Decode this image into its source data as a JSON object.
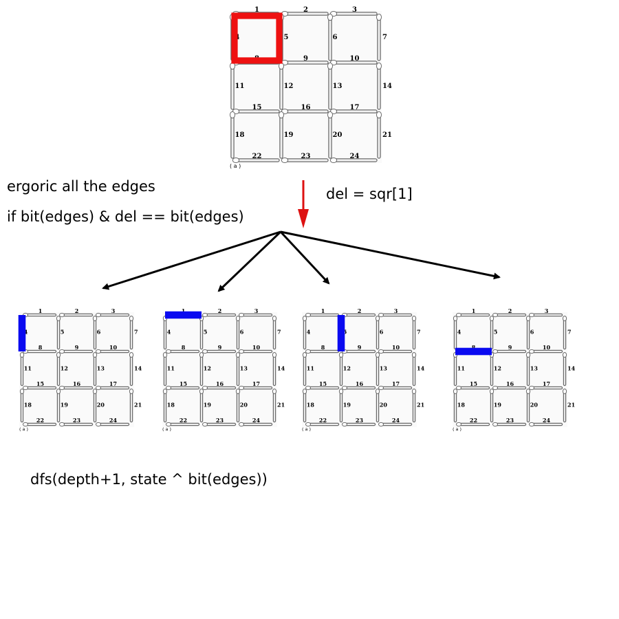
{
  "notes": {
    "loop": "ergoric all the edges",
    "condition": "if bit(edges) & del == bit(edges)",
    "assignment": "del = sqr[1]",
    "recursion": "dfs(depth+1, state ^ bit(edges))"
  },
  "grid": {
    "caption": "( a )",
    "edge_labels": [
      "1",
      "2",
      "3",
      "4",
      "5",
      "6",
      "7",
      "8",
      "9",
      "10",
      "11",
      "12",
      "13",
      "14",
      "15",
      "16",
      "17",
      "18",
      "19",
      "20",
      "21",
      "22",
      "23",
      "24"
    ]
  },
  "colors": {
    "highlight_square": "#ee1111",
    "highlight_edge": "#0a0af0",
    "arrow_main": "#dd1111",
    "arrow_branch": "#000000"
  },
  "top_grid": {
    "highlighted_square": 1
  },
  "branches": [
    {
      "highlighted_edge": 4
    },
    {
      "highlighted_edge": 1
    },
    {
      "highlighted_edge": 5
    },
    {
      "highlighted_edge": 8
    }
  ]
}
